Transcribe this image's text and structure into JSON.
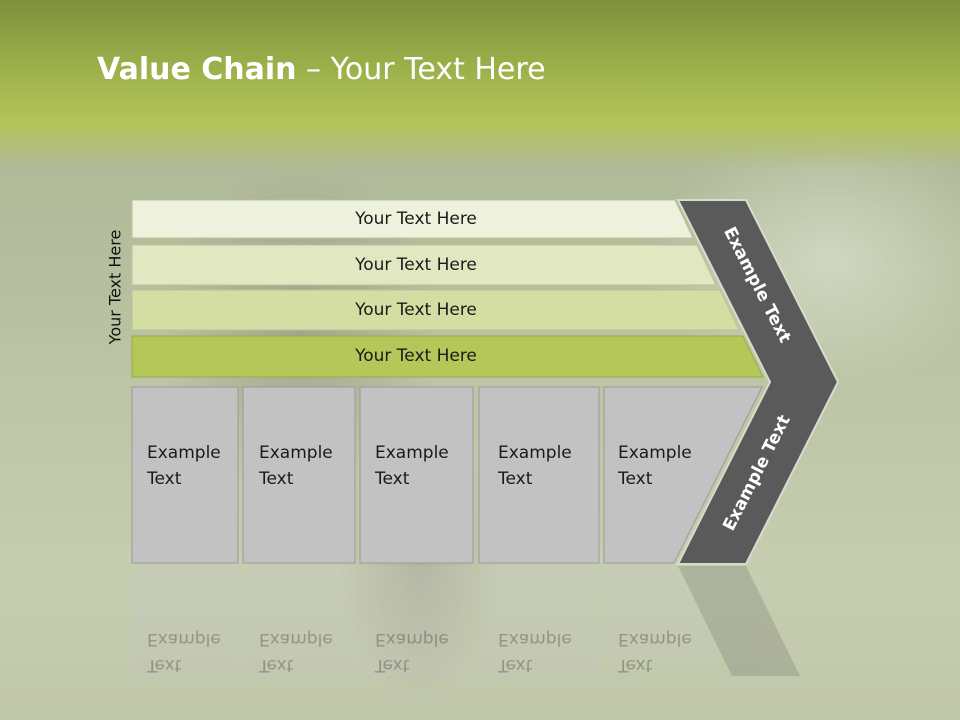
{
  "slide": {
    "title_bold": "Value Chain",
    "title_rest": " – Your Text Here"
  },
  "side_label": "Your Text Here",
  "bands": [
    {
      "label": "Your Text Here",
      "color": "#eef2dc"
    },
    {
      "label": "Your Text Here",
      "color": "#e1e8c1"
    },
    {
      "label": "Your Text Here",
      "color": "#d4dea3"
    },
    {
      "label": "Your Text Here",
      "color": "#b6c75a"
    }
  ],
  "boxes": [
    {
      "line1": "Example",
      "line2": "Text"
    },
    {
      "line1": "Example",
      "line2": "Text"
    },
    {
      "line1": "Example",
      "line2": "Text"
    },
    {
      "line1": "Example",
      "line2": "Text"
    },
    {
      "line1": "Example",
      "line2": "Text"
    }
  ],
  "chevron": {
    "upper_label": "Example Text",
    "lower_label": "Example Text",
    "color": "#5a5a5a"
  },
  "colors": {
    "box_fill": "#c2c2c2",
    "box_border": "#9a9a9a",
    "title": "#ffffff"
  }
}
